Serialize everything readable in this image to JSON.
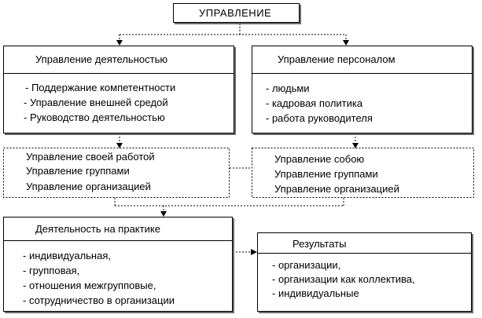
{
  "root": {
    "title": "УПРАВЛЕНИЕ"
  },
  "activity": {
    "title": "Управление деятельностью",
    "items": [
      "-   Поддержание компетентности",
      "-  Управление внешней средой",
      "-  Руководство деятельностью"
    ]
  },
  "personnel": {
    "title": "Управление персоналом",
    "items": [
      "-  людьми",
      "-   кадровая политика",
      "-  работа руководителя"
    ]
  },
  "self_work": {
    "items": [
      "Управление своей работой",
      "Управление группами",
      "Управление организацией"
    ]
  },
  "self_manage": {
    "items": [
      "Управление собою",
      "Управление группами",
      "Управление организацией"
    ]
  },
  "practice": {
    "title": "Деятельность на практике",
    "items": [
      "-   индивидуальная,",
      "-  групповая,",
      "-   отношения межгрупповые,",
      "-   сотрудничество в организации"
    ]
  },
  "results": {
    "title": "Результаты",
    "items": [
      "-  организации,",
      "-   организации как коллектива,",
      "-  индивидуальные"
    ]
  }
}
